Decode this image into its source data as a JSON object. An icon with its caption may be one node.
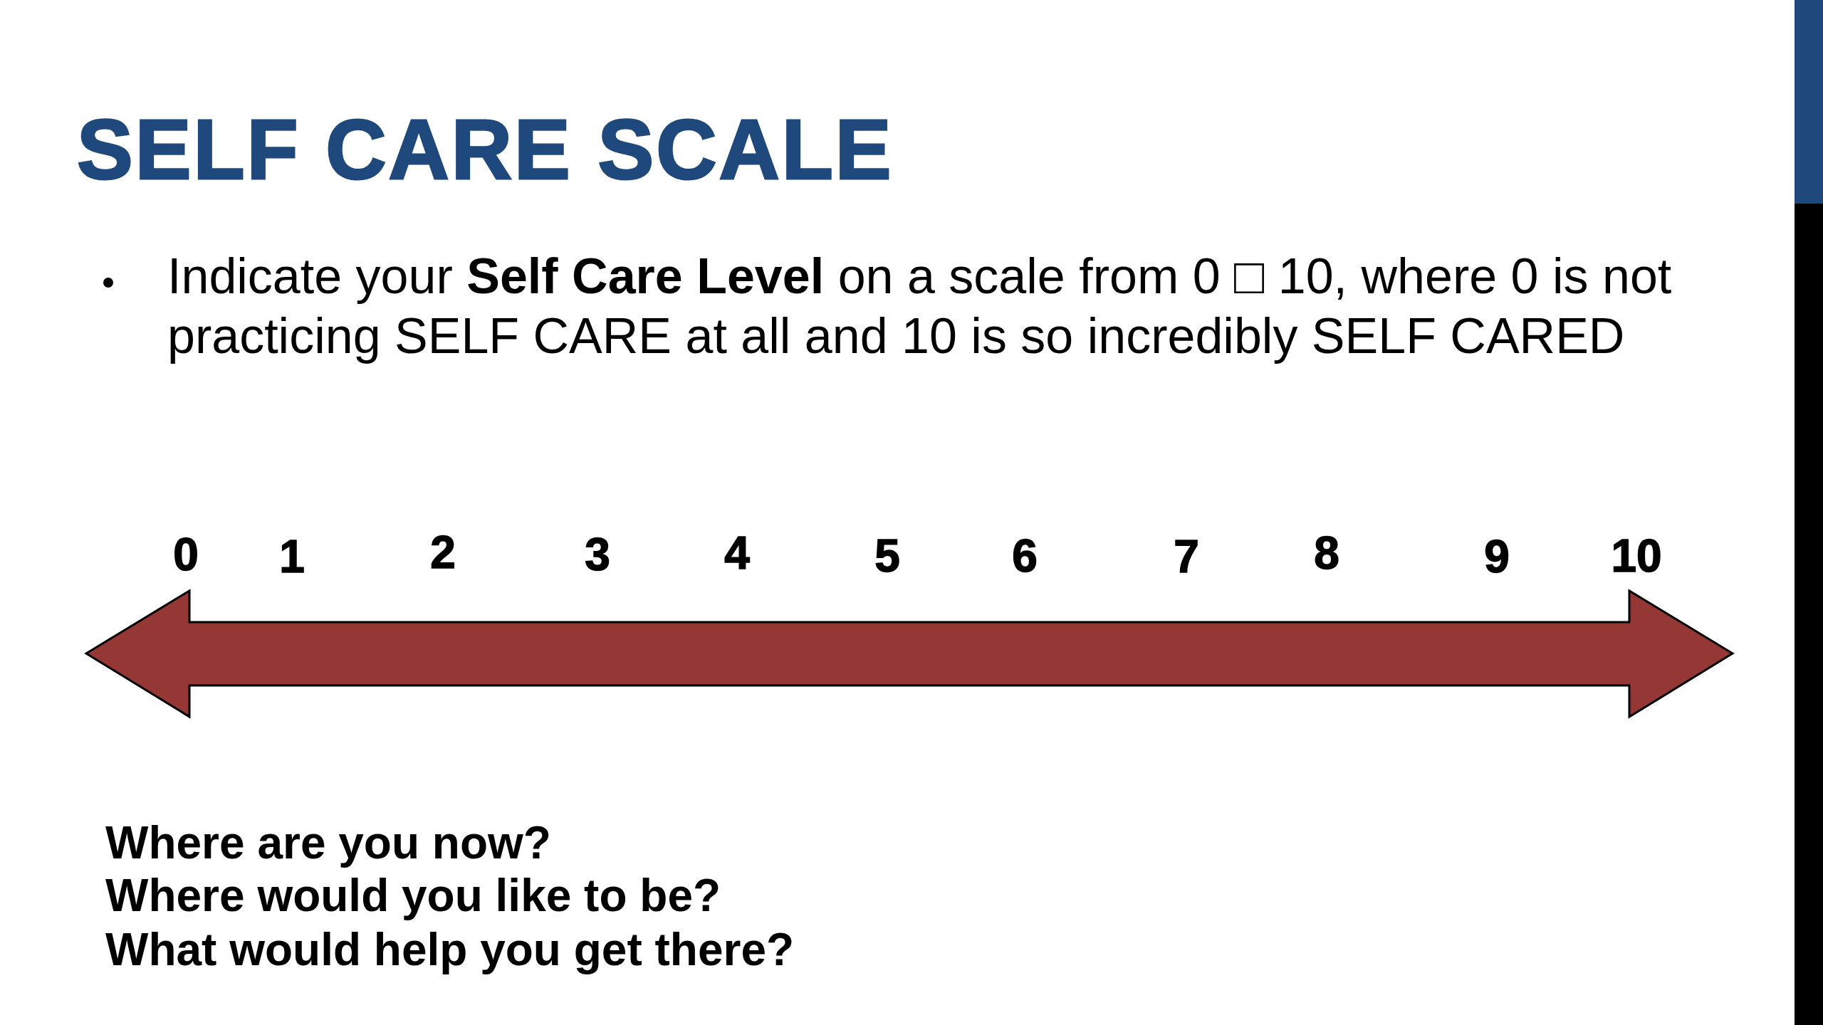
{
  "diagram": {
    "title": "SELF CARE SCALE",
    "labels": [
      "Indicate your **Self Care Level** on a scale from 0 □ 10, where 0 is not practicing SELF CARE at all and 10 is so incredibly SELF CARED",
      "0",
      "1",
      "2",
      "3",
      "4",
      "5",
      "6",
      "7",
      "8",
      "9",
      "10",
      "Where are you now?",
      "Where would you like to be?",
      "What would help you get there?"
    ]
  }
}
